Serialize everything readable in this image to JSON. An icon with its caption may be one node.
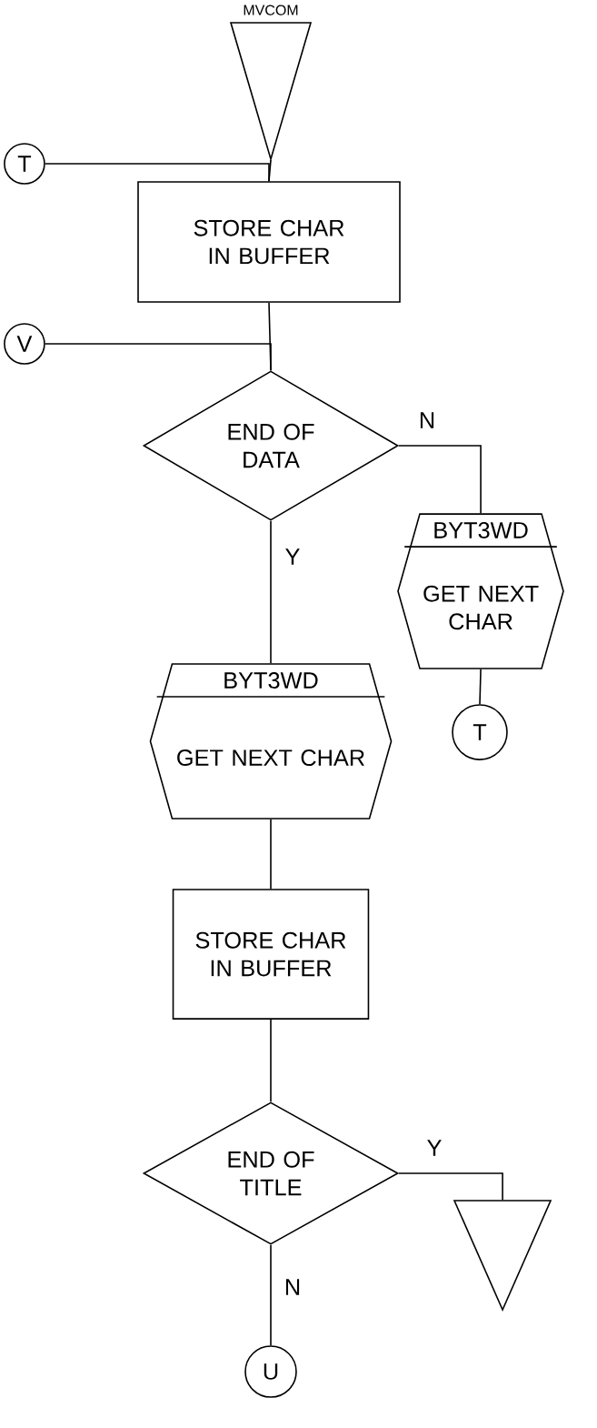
{
  "diagram": {
    "nodes": [
      {
        "text": [
          "MVCOM"
        ]
      },
      {
        "text": [
          "T"
        ]
      },
      {
        "text": [
          "STORE CHAR IN BUFFER"
        ]
      },
      {
        "text": [
          "V"
        ]
      },
      {
        "text": [
          "END OF DATA"
        ]
      },
      {
        "text": [
          "BYT3WD",
          "GET NEXT CHAR"
        ]
      },
      {
        "text": [
          "T"
        ]
      },
      {
        "text": [
          "BYT3WD",
          "GET NEXT CHAR"
        ]
      },
      {
        "text": [
          "STORE CHAR IN BUFFER"
        ]
      },
      {
        "text": [
          "END OF TITLE"
        ]
      },
      {
        "text": [],
        "shape": "triangle"
      },
      {
        "text": [
          "U"
        ]
      }
    ],
    "edges": [
      {
        "from": 0,
        "to": 2,
        "arrow": "none"
      },
      {
        "from": 1,
        "to": 2,
        "arrow": "none"
      },
      {
        "from": 2,
        "to": 4,
        "arrow": "none"
      },
      {
        "from": 3,
        "to": 4,
        "arrow": "none"
      },
      {
        "from": 4,
        "to": 5,
        "arrow": "none",
        "label": "N"
      },
      {
        "from": 5,
        "to": 6,
        "arrow": "none"
      },
      {
        "from": 4,
        "to": 7,
        "arrow": "none",
        "label": "Y"
      },
      {
        "from": 7,
        "to": 8,
        "arrow": "none"
      },
      {
        "from": 8,
        "to": 9,
        "arrow": "none"
      },
      {
        "from": 9,
        "to": 10,
        "arrow": "none",
        "label": "Y"
      },
      {
        "from": 9,
        "to": 11,
        "arrow": "none",
        "label": "N"
      }
    ]
  }
}
